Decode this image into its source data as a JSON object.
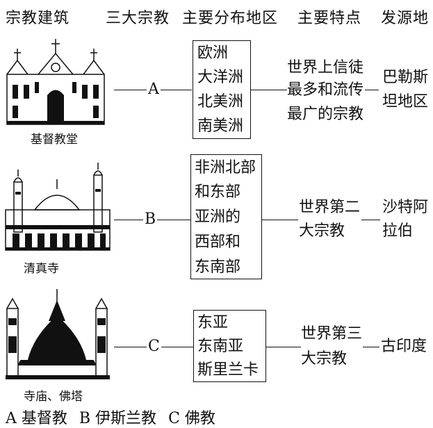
{
  "headers": {
    "col1": "宗教建筑",
    "col2": "三大宗教",
    "col3": "主要分布地区",
    "col4": "主要特点",
    "col5": "发源地"
  },
  "rows": [
    {
      "building_caption": "基督教堂",
      "building_icon": "church-icon",
      "letter": "A",
      "regions": [
        "欧洲",
        "大洋洲",
        "北美洲",
        "南美洲"
      ],
      "feature": [
        "世界上信徒",
        "最多和流传",
        "最广的宗教"
      ],
      "origin": [
        "巴勒斯",
        "坦地区"
      ]
    },
    {
      "building_caption": "清真寺",
      "building_icon": "mosque-icon",
      "letter": "B",
      "regions": [
        "非洲北部",
        "和东部",
        "亚洲的",
        "西部和",
        "东南部"
      ],
      "feature": [
        "世界第二",
        "大宗教"
      ],
      "origin": [
        "沙特阿",
        "拉伯"
      ]
    },
    {
      "building_caption": "寺庙、佛塔",
      "building_icon": "pagoda-icon",
      "letter": "C",
      "regions": [
        "东亚",
        "东南亚",
        "斯里兰卡"
      ],
      "feature": [
        "世界第三",
        "大宗教"
      ],
      "origin": [
        "古印度"
      ]
    }
  ],
  "answer": [
    "A 基督教",
    "B 伊斯兰教",
    "C 佛教"
  ]
}
